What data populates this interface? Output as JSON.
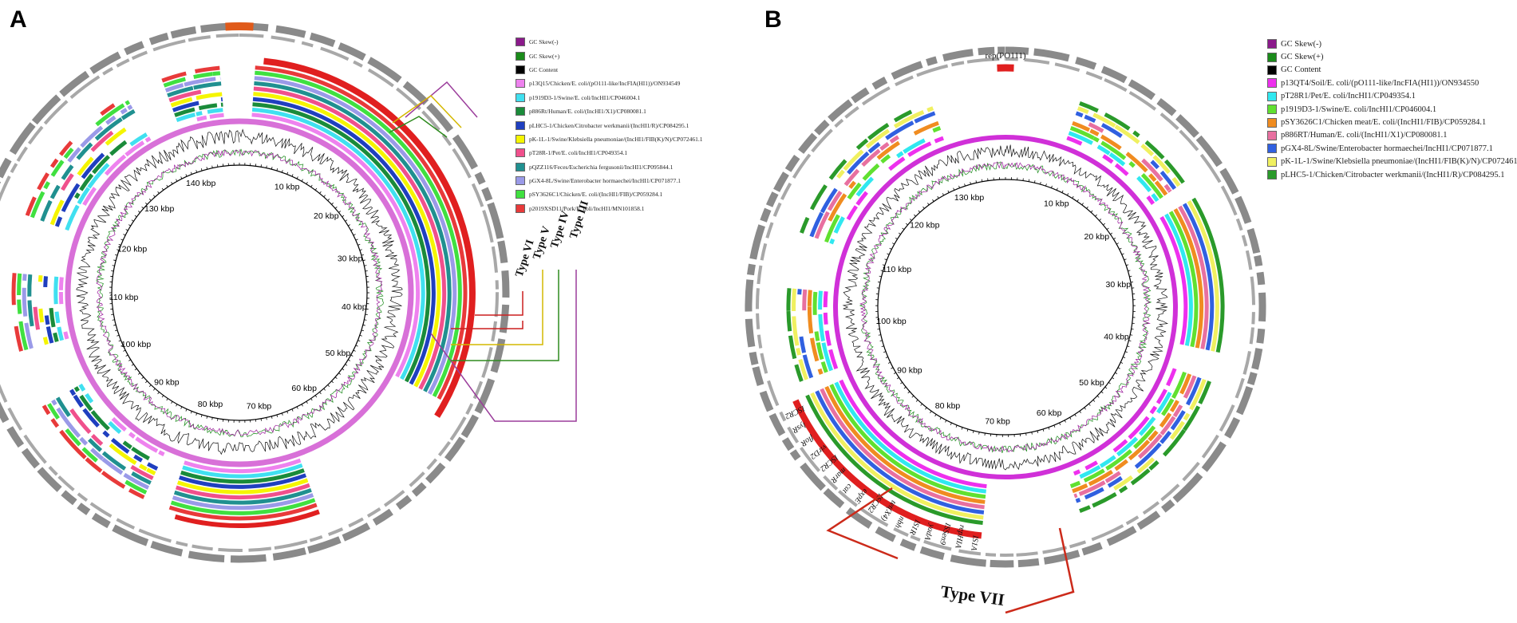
{
  "panels": {
    "a": {
      "label": "A",
      "kbp_labels": [
        "10 kbp",
        "20 kbp",
        "30 kbp",
        "40 kbp",
        "50 kbp",
        "60 kbp",
        "70 kbp",
        "80 kbp",
        "90 kbp",
        "100 kbp",
        "110 kbp",
        "120 kbp",
        "130 kbp",
        "140 kbp"
      ],
      "type_labels": {
        "t3": "Type III",
        "t4": "Type IV",
        "t5": "Type V",
        "t6": "Type VI"
      },
      "type_colors": {
        "t3": "#9b3d9b",
        "t4": "#2e8b1f",
        "t5": "#d4b800",
        "t6": "#cc1f1f"
      },
      "legend": [
        {
          "text": "GC Skew(-)",
          "color": "#8b1a8b"
        },
        {
          "text": "GC Skew(+)",
          "color": "#1a8b1a"
        },
        {
          "text": "GC Content",
          "color": "#000000"
        },
        {
          "text": "p13Q15/Chicken/E. coli/(pO111-like/IncFIA(HI1))/ON934549",
          "color": "#ee82ee"
        },
        {
          "text": "p1919D3-1/Swine/E. coli/IncHI1/CP046004.1",
          "color": "#40e0f0"
        },
        {
          "text": "p886Rt/Human/E. coli/(IncHI1/X1)/CP080081.1",
          "color": "#1a8b3a"
        },
        {
          "text": "pLHC5-1/Chicken/Citrobacter werkmanii/(IncHI1/R)/CP084295.1",
          "color": "#1f3fbf"
        },
        {
          "text": "pK-1L-1/Swine/Klebsiella pneumoniae/(IncHI1/FIB(K)/N)/CP072461.1",
          "color": "#f5f500"
        },
        {
          "text": "pT28R-1/Pet/E. coli/IncHI1/CP049354.1",
          "color": "#f0508c"
        },
        {
          "text": "pQZZ116/Feces/Escherichia fergusonii/IncHI1/CP095844.1",
          "color": "#209090"
        },
        {
          "text": "pGX4-8L/Swine/Enterobacter hormaechei/IncHI1/CP071877.1",
          "color": "#9a9ae8"
        },
        {
          "text": "pSY3626C1/Chicken/E. coli/(IncHI1/FIB)/CP059284.1",
          "color": "#40e040"
        },
        {
          "text": "p2019XSD11/Pork/E. coli/IncHI1/MN101858.1",
          "color": "#e83a3a"
        }
      ],
      "ring_colors": [
        "#e83a3a",
        "#40e040",
        "#9a9ae8",
        "#209090",
        "#f0508c",
        "#f5f500",
        "#1f3fbf",
        "#1a8b3a",
        "#40e0f0",
        "#ee82ee"
      ],
      "backbone_color": "#d870d8"
    },
    "b": {
      "label": "B",
      "kbp_labels": [
        "10 kbp",
        "20 kbp",
        "30 kbp",
        "40 kbp",
        "50 kbp",
        "60 kbp",
        "70 kbp",
        "80 kbp",
        "90 kbp",
        "100 kbp",
        "110 kbp",
        "120 kbp",
        "130 kbp"
      ],
      "rep_label": "rep(PO111)",
      "type_label": "Type VII",
      "type_color": "#cc2a1a",
      "genes": [
        "ISCR2",
        "lysR",
        "floR",
        "virD2",
        "ISCR2",
        "marR",
        "cat",
        "expE",
        "ISCR2",
        "tet(X4)",
        "nbh",
        "IS1R",
        "yadA",
        "ISSen9",
        "repHIA",
        "IS1A"
      ],
      "legend": [
        {
          "text": "GC Skew(-)",
          "color": "#8b1a8b"
        },
        {
          "text": "GC Skew(+)",
          "color": "#1a8b1a"
        },
        {
          "text": "GC Content",
          "color": "#000000"
        },
        {
          "text": "p13QT4/Soil/E. coli/(pO111-like/IncFIA(HI1))/ON934550",
          "color": "#ee30ee"
        },
        {
          "text": "pT28R1/Pet/E. coli/IncHI1/CP049354.1",
          "color": "#30e8f0"
        },
        {
          "text": "p1919D3-1/Swine/E. coli/IncHI1/CP046004.1",
          "color": "#60e030"
        },
        {
          "text": "pSY3626C1/Chicken meat/E. coli/(IncHI1/FIB)/CP059284.1",
          "color": "#f08c20"
        },
        {
          "text": "p886RT/Human/E. coli/(IncHI1/X1)/CP080081.1",
          "color": "#e870a0"
        },
        {
          "text": "pGX4-8L/Swine/Enterobacter hormaechei/IncHI1/CP071877.1",
          "color": "#3060e0"
        },
        {
          "text": "pK-1L-1/Swine/Klebsiella pneumoniae/(IncHI1/FIB(K)/N)/CP072461.1",
          "color": "#f0f060"
        },
        {
          "text": "pLHC5-1/Chicken/Citrobacter werkmanii/(IncHI1/R)/CP084295.1",
          "color": "#2a9a2a"
        }
      ],
      "ring_colors": [
        "#2a9a2a",
        "#f0f060",
        "#3060e0",
        "#e870a0",
        "#f08c20",
        "#60e030",
        "#30e8f0",
        "#ee30ee"
      ],
      "backbone_color": "#d030d8"
    }
  }
}
